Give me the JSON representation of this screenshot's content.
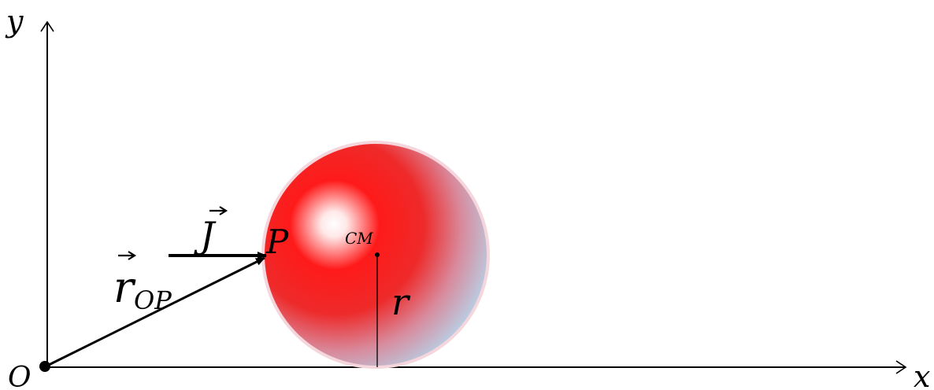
{
  "labels": {
    "y_axis": "y",
    "x_axis": "x",
    "origin": "O",
    "impulse": "J",
    "point": "P",
    "center_of_mass": "CM",
    "radius": "r",
    "position_vector_symbol": "r",
    "position_vector_subscript": "OP"
  },
  "colors": {
    "axes": "#000000",
    "ball_center": "#ffffff",
    "ball_main": "#ff1a1a",
    "ball_edge": "#c0d4e8",
    "ball_rim": "#f4d6dc"
  }
}
